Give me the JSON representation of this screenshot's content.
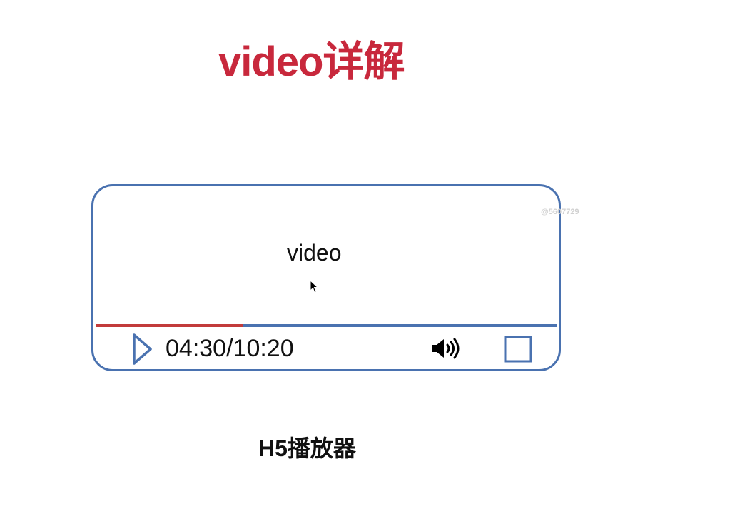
{
  "title": "video详解",
  "player": {
    "video_label": "video",
    "time_readout": "04:30/10:20",
    "progress": 0.32,
    "watermark": "@5607729"
  },
  "caption": "H5播放器",
  "icons": {
    "play": "play-icon",
    "volume": "volume-icon",
    "fullscreen": "fullscreen-icon",
    "cursor": "mouse-cursor-icon"
  },
  "colors": {
    "title": "#c8283c",
    "border": "#4a72b0",
    "progress_played": "#c23b3b",
    "progress_track": "#4a72b0"
  }
}
